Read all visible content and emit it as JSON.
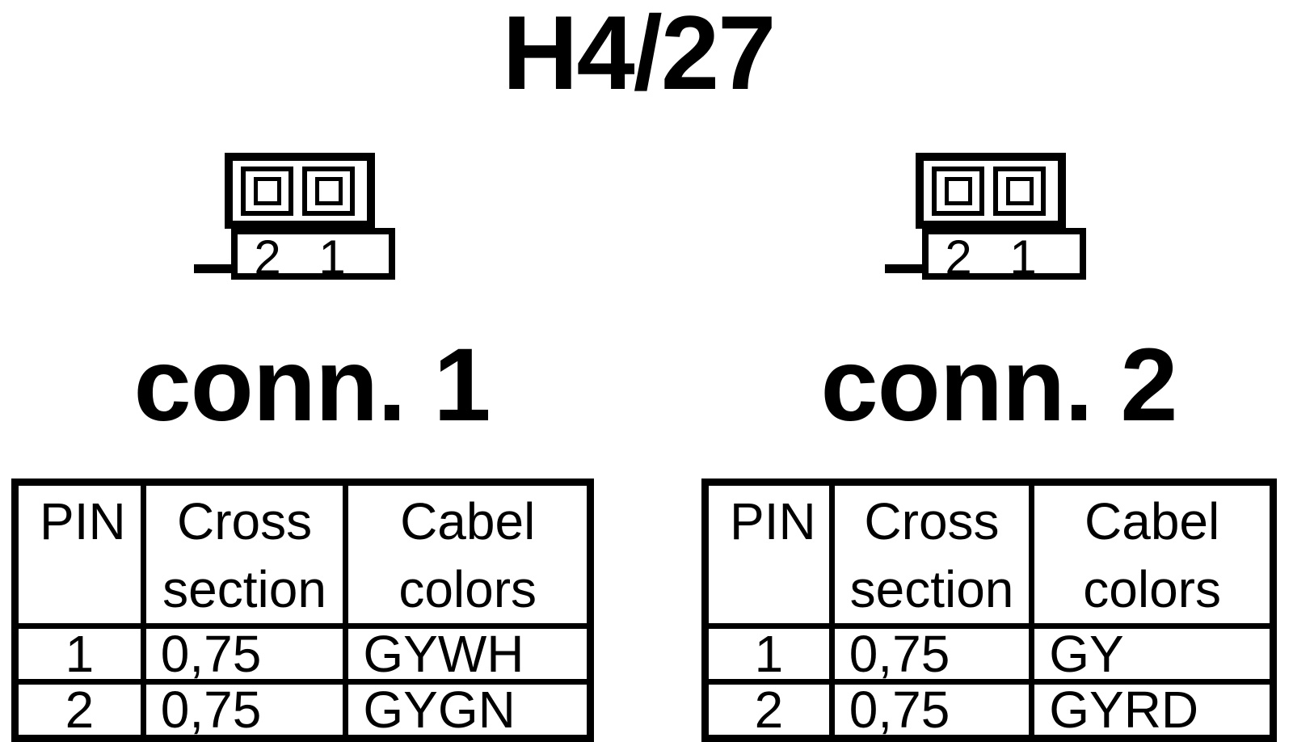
{
  "title": "H4/27",
  "colors": {
    "ink": "#000000",
    "paper": "#ffffff"
  },
  "connector1": {
    "label": "conn. 1",
    "diagram_pin_numbers": [
      "2",
      "1"
    ],
    "table": {
      "headers": [
        "PIN",
        "Cross section",
        "Cabel colors"
      ],
      "rows": [
        {
          "pin": "1",
          "cross_section": "0,75",
          "cable_color": "GYWH"
        },
        {
          "pin": "2",
          "cross_section": "0,75",
          "cable_color": "GYGN"
        }
      ]
    }
  },
  "connector2": {
    "label": "conn. 2",
    "diagram_pin_numbers": [
      "2",
      "1"
    ],
    "table": {
      "headers": [
        "PIN",
        "Cross section",
        "Cabel colors"
      ],
      "rows": [
        {
          "pin": "1",
          "cross_section": "0,75",
          "cable_color": "GY"
        },
        {
          "pin": "2",
          "cross_section": "0,75",
          "cable_color": "GYRD"
        }
      ]
    }
  }
}
